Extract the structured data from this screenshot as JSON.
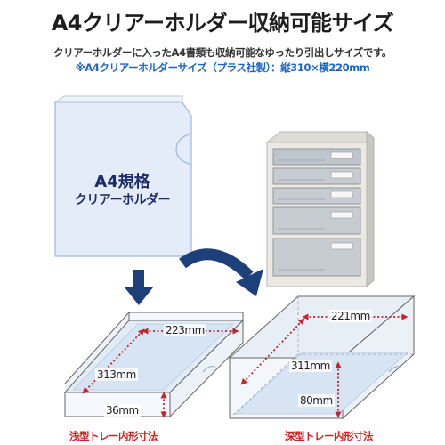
{
  "title": "A4クリアーホルダー収納可能サイズ",
  "description": "クリアーホルダーに入ったA4書類も収納可能なゆったり引出しサイズです。",
  "note": "※A4クリアーホルダーサイズ（プラス社製）：縦310×横220mm",
  "folder": {
    "line1": "A4規格",
    "line2": "クリアーホルダー"
  },
  "shallow_tray": {
    "width": "223mm",
    "depth": "313mm",
    "height": "36mm",
    "caption": "浅型トレー内形寸法"
  },
  "deep_tray": {
    "width": "221mm",
    "depth": "311mm",
    "height": "80mm",
    "caption": "深型トレー内形寸法"
  },
  "colors": {
    "accent_blue": "#1e64c8",
    "arrow_navy": "#1d3f7a",
    "dimension_red": "#c0282d",
    "caption_red": "#d42020",
    "folder_fill": "#e3ecf8"
  }
}
